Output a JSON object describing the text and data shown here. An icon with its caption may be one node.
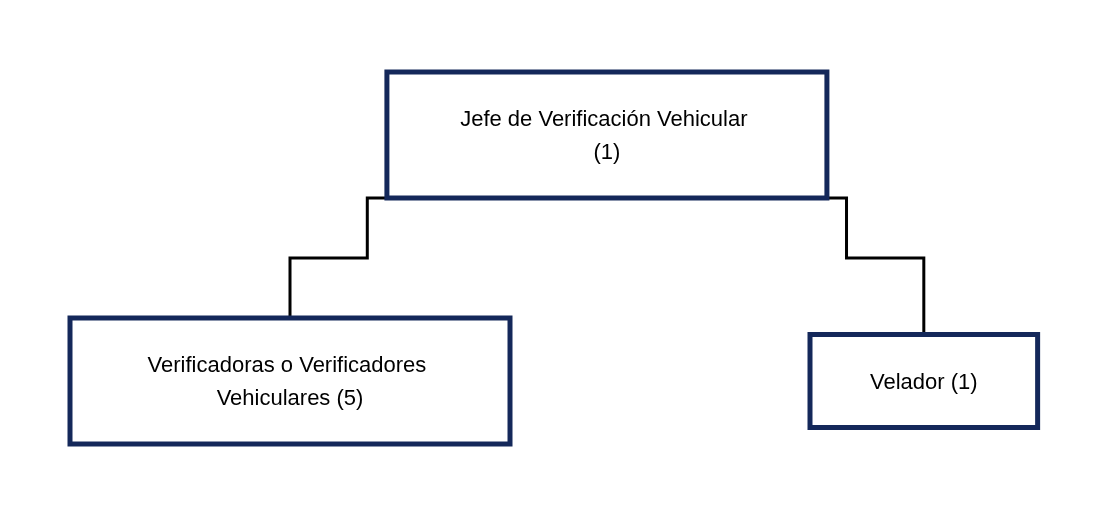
{
  "diagram": {
    "nodes": [
      {
        "text": [
          "Jefe de Verificación Vehicular (1)"
        ]
      },
      {
        "text": [
          "Verificadoras o Verificadores Vehiculares (5)"
        ]
      },
      {
        "text": [
          "Velador (1)"
        ]
      }
    ],
    "edges": [
      {
        "from": 0,
        "to": 1,
        "arrow": "none"
      },
      {
        "from": 0,
        "to": 2,
        "arrow": "none"
      }
    ]
  }
}
